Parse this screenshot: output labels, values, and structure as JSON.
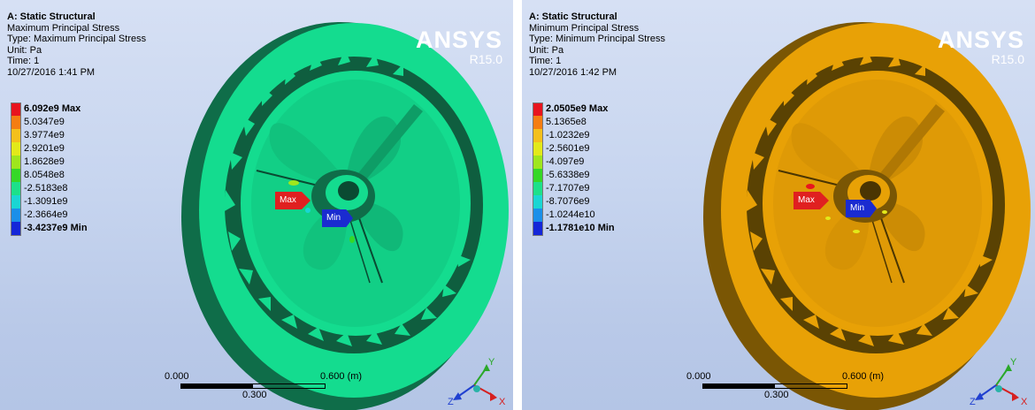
{
  "left": {
    "analysis": "A: Static Structural",
    "result_name": "Maximum Principal Stress",
    "type": "Type: Maximum Principal Stress",
    "unit": "Unit: Pa",
    "time": "Time: 1",
    "date": "10/27/2016 1:41 PM",
    "logo": "ANSYS",
    "version": "R15.0",
    "legend": [
      {
        "label": "6.092e9 Max",
        "color": "#e8141e",
        "bold": true
      },
      {
        "label": "5.0347e9",
        "color": "#f57d12",
        "bold": false
      },
      {
        "label": "3.9774e9",
        "color": "#f4c01b",
        "bold": false
      },
      {
        "label": "2.9201e9",
        "color": "#e3e91a",
        "bold": false
      },
      {
        "label": "1.8628e9",
        "color": "#9fe61d",
        "bold": false
      },
      {
        "label": "8.0548e8",
        "color": "#35d827",
        "bold": false
      },
      {
        "label": "-2.5183e8",
        "color": "#1de08a",
        "bold": false
      },
      {
        "label": "-1.3091e9",
        "color": "#1ad6d3",
        "bold": false
      },
      {
        "label": "-2.3664e9",
        "color": "#1a8fe9",
        "bold": false
      },
      {
        "label": "-3.4237e9 Min",
        "color": "#1426d8",
        "bold": true
      }
    ],
    "model_color": "#14dc8f",
    "probe_max": "Max",
    "probe_min": "Min",
    "scale": {
      "start": "0.000",
      "end": "0.600 (m)",
      "mid": "0.300"
    },
    "triad": {
      "x": "X",
      "y": "Y",
      "z": "Z"
    }
  },
  "right": {
    "analysis": "A: Static Structural",
    "result_name": "Minimum Principal Stress",
    "type": "Type: Minimum Principal Stress",
    "unit": "Unit: Pa",
    "time": "Time: 1",
    "date": "10/27/2016 1:42 PM",
    "logo": "ANSYS",
    "version": "R15.0",
    "legend": [
      {
        "label": "2.0505e9 Max",
        "color": "#e8141e",
        "bold": true
      },
      {
        "label": "5.1365e8",
        "color": "#f57d12",
        "bold": false
      },
      {
        "label": "-1.0232e9",
        "color": "#f4c01b",
        "bold": false
      },
      {
        "label": "-2.5601e9",
        "color": "#e3e91a",
        "bold": false
      },
      {
        "label": "-4.097e9",
        "color": "#9fe61d",
        "bold": false
      },
      {
        "label": "-5.6338e9",
        "color": "#35d827",
        "bold": false
      },
      {
        "label": "-7.1707e9",
        "color": "#1de08a",
        "bold": false
      },
      {
        "label": "-8.7076e9",
        "color": "#1ad6d3",
        "bold": false
      },
      {
        "label": "-1.0244e10",
        "color": "#1a8fe9",
        "bold": false
      },
      {
        "label": "-1.1781e10 Min",
        "color": "#1426d8",
        "bold": true
      }
    ],
    "model_color": "#e8a106",
    "probe_max": "Max",
    "probe_min": "Min",
    "scale": {
      "start": "0.000",
      "end": "0.600 (m)",
      "mid": "0.300"
    },
    "triad": {
      "x": "X",
      "y": "Y",
      "z": "Z"
    }
  }
}
